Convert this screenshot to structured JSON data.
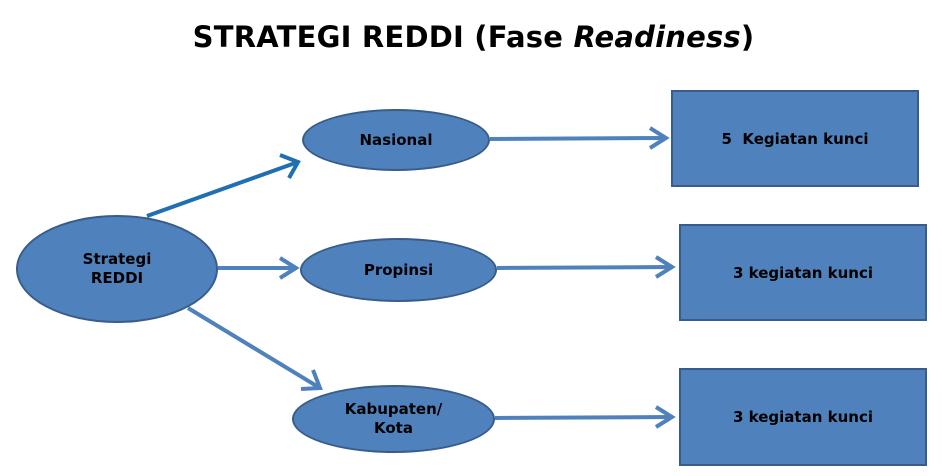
{
  "title": {
    "prefix": "STRATEGI REDDI (Fase ",
    "italic": "Readiness",
    "suffix": ")"
  },
  "nodes": {
    "root": {
      "line1": "Strategi",
      "line2": "REDDI"
    },
    "nasional": {
      "label": "Nasional"
    },
    "propinsi": {
      "label": "Propinsi"
    },
    "kabupaten": {
      "line1": "Kabupaten/",
      "line2": "Kota"
    }
  },
  "boxes": {
    "nasional": {
      "label": "5  Kegiatan kunci"
    },
    "propinsi": {
      "label": "3 kegiatan kunci"
    },
    "kabupaten": {
      "label": "3 kegiatan kunci"
    }
  },
  "colors": {
    "fill": "#4f81bd",
    "stroke": "#385d8a",
    "arrow_light": "#4f81bd",
    "arrow_dark": "#1f6fb2"
  }
}
